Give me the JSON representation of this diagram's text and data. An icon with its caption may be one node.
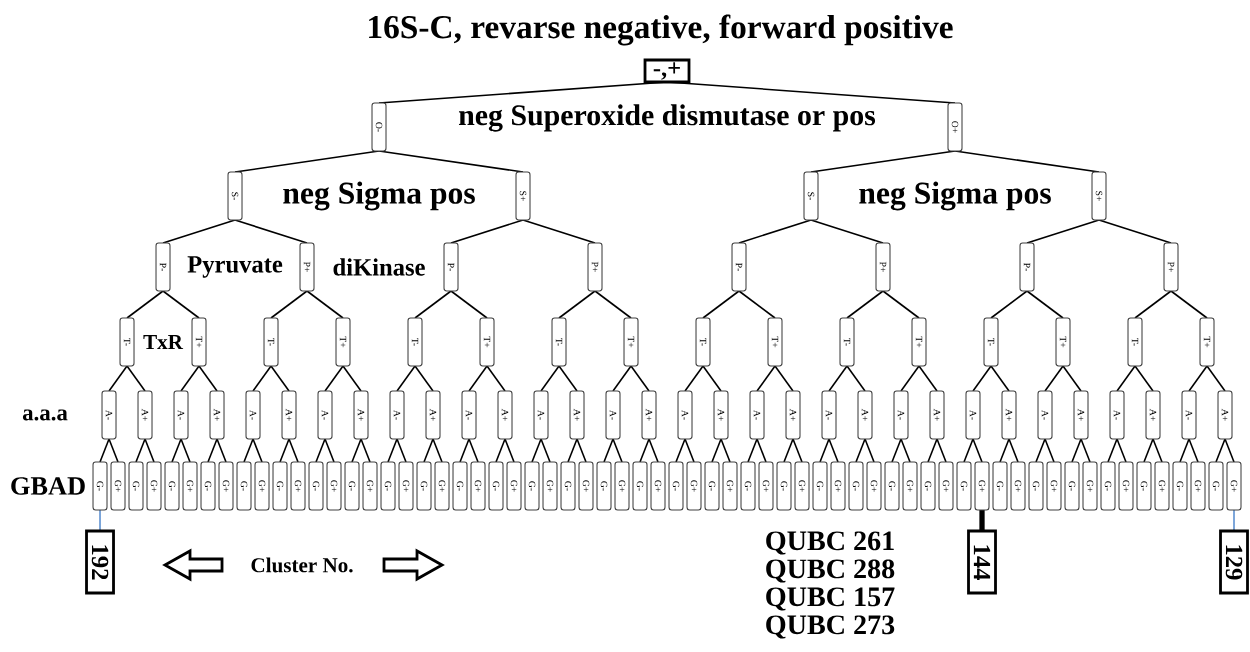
{
  "diagram": {
    "title": "16S-C, revarse negative, forward positive",
    "nodes": [
      {
        "text": [
          "-,+"
        ]
      },
      {
        "text": [
          "O-"
        ]
      },
      {
        "text": [
          "O+"
        ]
      },
      {
        "text": [
          "S-"
        ]
      },
      {
        "text": [
          "S+"
        ]
      },
      {
        "text": [
          "S-"
        ]
      },
      {
        "text": [
          "S+"
        ]
      },
      {
        "text": [
          "P-"
        ]
      },
      {
        "text": [
          "P+"
        ]
      },
      {
        "text": [
          "P-"
        ]
      },
      {
        "text": [
          "P+"
        ]
      },
      {
        "text": [
          "P-"
        ]
      },
      {
        "text": [
          "P+"
        ]
      },
      {
        "text": [
          "P-"
        ]
      },
      {
        "text": [
          "P+"
        ]
      },
      {
        "text": [
          "T-"
        ]
      },
      {
        "text": [
          "T+"
        ]
      },
      {
        "text": [
          "T-"
        ]
      },
      {
        "text": [
          "T+"
        ]
      },
      {
        "text": [
          "T-"
        ]
      },
      {
        "text": [
          "T+"
        ]
      },
      {
        "text": [
          "T-"
        ]
      },
      {
        "text": [
          "T+"
        ]
      },
      {
        "text": [
          "T-"
        ]
      },
      {
        "text": [
          "T+"
        ]
      },
      {
        "text": [
          "T-"
        ]
      },
      {
        "text": [
          "T+"
        ]
      },
      {
        "text": [
          "T-"
        ]
      },
      {
        "text": [
          "T+"
        ]
      },
      {
        "text": [
          "T-"
        ]
      },
      {
        "text": [
          "T+"
        ]
      },
      {
        "text": [
          "A-"
        ]
      },
      {
        "text": [
          "A+"
        ]
      },
      {
        "text": [
          "A-"
        ]
      },
      {
        "text": [
          "A+"
        ]
      },
      {
        "text": [
          "A-"
        ]
      },
      {
        "text": [
          "A+"
        ]
      },
      {
        "text": [
          "A-"
        ]
      },
      {
        "text": [
          "A+"
        ]
      },
      {
        "text": [
          "A-"
        ]
      },
      {
        "text": [
          "A+"
        ]
      },
      {
        "text": [
          "A-"
        ]
      },
      {
        "text": [
          "A+"
        ]
      },
      {
        "text": [
          "A-"
        ]
      },
      {
        "text": [
          "A+"
        ]
      },
      {
        "text": [
          "A-"
        ]
      },
      {
        "text": [
          "A+"
        ]
      },
      {
        "text": [
          "A-"
        ]
      },
      {
        "text": [
          "A+"
        ]
      },
      {
        "text": [
          "A-"
        ]
      },
      {
        "text": [
          "A+"
        ]
      },
      {
        "text": [
          "A-"
        ]
      },
      {
        "text": [
          "A+"
        ]
      },
      {
        "text": [
          "A-"
        ]
      },
      {
        "text": [
          "A+"
        ]
      },
      {
        "text": [
          "A-"
        ]
      },
      {
        "text": [
          "A+"
        ]
      },
      {
        "text": [
          "A-"
        ]
      },
      {
        "text": [
          "A+"
        ]
      },
      {
        "text": [
          "A-"
        ]
      },
      {
        "text": [
          "A+"
        ]
      },
      {
        "text": [
          "A-"
        ]
      },
      {
        "text": [
          "A+"
        ]
      },
      {
        "text": [
          "G-"
        ]
      },
      {
        "text": [
          "G+"
        ]
      },
      {
        "text": [
          "G-"
        ]
      },
      {
        "text": [
          "G+"
        ]
      },
      {
        "text": [
          "G-"
        ]
      },
      {
        "text": [
          "G+"
        ]
      },
      {
        "text": [
          "G-"
        ]
      },
      {
        "text": [
          "G+"
        ]
      },
      {
        "text": [
          "G-"
        ]
      },
      {
        "text": [
          "G+"
        ]
      },
      {
        "text": [
          "G-"
        ]
      },
      {
        "text": [
          "G+"
        ]
      },
      {
        "text": [
          "G-"
        ]
      },
      {
        "text": [
          "G+"
        ]
      },
      {
        "text": [
          "G-"
        ]
      },
      {
        "text": [
          "G+"
        ]
      },
      {
        "text": [
          "G-"
        ]
      },
      {
        "text": [
          "G+"
        ]
      },
      {
        "text": [
          "G-"
        ]
      },
      {
        "text": [
          "G+"
        ]
      },
      {
        "text": [
          "G-"
        ]
      },
      {
        "text": [
          "G+"
        ]
      },
      {
        "text": [
          "G-"
        ]
      },
      {
        "text": [
          "G+"
        ]
      },
      {
        "text": [
          "G-"
        ]
      },
      {
        "text": [
          "G+"
        ]
      },
      {
        "text": [
          "G-"
        ]
      },
      {
        "text": [
          "G+"
        ]
      },
      {
        "text": [
          "G-"
        ]
      },
      {
        "text": [
          "G+"
        ]
      },
      {
        "text": [
          "G-"
        ]
      },
      {
        "text": [
          "G+"
        ]
      },
      {
        "text": [
          "G-"
        ]
      },
      {
        "text": [
          "G+"
        ]
      },
      {
        "text": [
          "G-"
        ]
      },
      {
        "text": [
          "G+"
        ]
      },
      {
        "text": [
          "G-"
        ]
      },
      {
        "text": [
          "G+"
        ]
      },
      {
        "text": [
          "G-"
        ]
      },
      {
        "text": [
          "G+"
        ]
      },
      {
        "text": [
          "G-"
        ]
      },
      {
        "text": [
          "G+"
        ]
      },
      {
        "text": [
          "G-"
        ]
      },
      {
        "text": [
          "G+"
        ]
      },
      {
        "text": [
          "G-"
        ]
      },
      {
        "text": [
          "G+"
        ]
      },
      {
        "text": [
          "G-"
        ]
      },
      {
        "text": [
          "G+"
        ]
      },
      {
        "text": [
          "G-"
        ]
      },
      {
        "text": [
          "G+"
        ]
      },
      {
        "text": [
          "G-"
        ]
      },
      {
        "text": [
          "G+"
        ]
      },
      {
        "text": [
          "G-"
        ]
      },
      {
        "text": [
          "G+"
        ]
      },
      {
        "text": [
          "G-"
        ]
      },
      {
        "text": [
          "G+"
        ]
      },
      {
        "text": [
          "G-"
        ]
      },
      {
        "text": [
          "G+"
        ]
      },
      {
        "text": [
          "G-"
        ]
      },
      {
        "text": [
          "G+"
        ]
      },
      {
        "text": [
          "G-"
        ]
      },
      {
        "text": [
          "G+"
        ]
      },
      {
        "text": [
          "G-"
        ]
      },
      {
        "text": [
          "G+"
        ]
      },
      {
        "text": [
          "192"
        ]
      },
      {
        "text": [
          "144"
        ]
      },
      {
        "text": [
          "129"
        ]
      }
    ],
    "edges": [
      {
        "from": 0,
        "to": 1,
        "arrow": "none"
      },
      {
        "from": 0,
        "to": 2,
        "arrow": "none"
      },
      {
        "from": 1,
        "to": 3,
        "arrow": "none"
      },
      {
        "from": 1,
        "to": 4,
        "arrow": "none"
      },
      {
        "from": 2,
        "to": 5,
        "arrow": "none"
      },
      {
        "from": 2,
        "to": 6,
        "arrow": "none"
      },
      {
        "from": 3,
        "to": 7,
        "arrow": "none"
      },
      {
        "from": 3,
        "to": 8,
        "arrow": "none"
      },
      {
        "from": 4,
        "to": 9,
        "arrow": "none"
      },
      {
        "from": 4,
        "to": 10,
        "arrow": "none"
      },
      {
        "from": 5,
        "to": 11,
        "arrow": "none"
      },
      {
        "from": 5,
        "to": 12,
        "arrow": "none"
      },
      {
        "from": 6,
        "to": 13,
        "arrow": "none"
      },
      {
        "from": 6,
        "to": 14,
        "arrow": "none"
      },
      {
        "from": 7,
        "to": 15,
        "arrow": "none"
      },
      {
        "from": 7,
        "to": 16,
        "arrow": "none"
      },
      {
        "from": 8,
        "to": 17,
        "arrow": "none"
      },
      {
        "from": 8,
        "to": 18,
        "arrow": "none"
      },
      {
        "from": 9,
        "to": 19,
        "arrow": "none"
      },
      {
        "from": 9,
        "to": 20,
        "arrow": "none"
      },
      {
        "from": 10,
        "to": 21,
        "arrow": "none"
      },
      {
        "from": 10,
        "to": 22,
        "arrow": "none"
      },
      {
        "from": 11,
        "to": 23,
        "arrow": "none"
      },
      {
        "from": 11,
        "to": 24,
        "arrow": "none"
      },
      {
        "from": 12,
        "to": 25,
        "arrow": "none"
      },
      {
        "from": 12,
        "to": 26,
        "arrow": "none"
      },
      {
        "from": 13,
        "to": 27,
        "arrow": "none"
      },
      {
        "from": 13,
        "to": 28,
        "arrow": "none"
      },
      {
        "from": 14,
        "to": 29,
        "arrow": "none"
      },
      {
        "from": 14,
        "to": 30,
        "arrow": "none"
      },
      {
        "from": 15,
        "to": 31,
        "arrow": "none"
      },
      {
        "from": 15,
        "to": 32,
        "arrow": "none"
      },
      {
        "from": 16,
        "to": 33,
        "arrow": "none"
      },
      {
        "from": 16,
        "to": 34,
        "arrow": "none"
      },
      {
        "from": 17,
        "to": 35,
        "arrow": "none"
      },
      {
        "from": 17,
        "to": 36,
        "arrow": "none"
      },
      {
        "from": 18,
        "to": 37,
        "arrow": "none"
      },
      {
        "from": 18,
        "to": 38,
        "arrow": "none"
      },
      {
        "from": 19,
        "to": 39,
        "arrow": "none"
      },
      {
        "from": 19,
        "to": 40,
        "arrow": "none"
      },
      {
        "from": 20,
        "to": 41,
        "arrow": "none"
      },
      {
        "from": 20,
        "to": 42,
        "arrow": "none"
      },
      {
        "from": 21,
        "to": 43,
        "arrow": "none"
      },
      {
        "from": 21,
        "to": 44,
        "arrow": "none"
      },
      {
        "from": 22,
        "to": 45,
        "arrow": "none"
      },
      {
        "from": 22,
        "to": 46,
        "arrow": "none"
      },
      {
        "from": 23,
        "to": 47,
        "arrow": "none"
      },
      {
        "from": 23,
        "to": 48,
        "arrow": "none"
      },
      {
        "from": 24,
        "to": 49,
        "arrow": "none"
      },
      {
        "from": 24,
        "to": 50,
        "arrow": "none"
      },
      {
        "from": 25,
        "to": 51,
        "arrow": "none"
      },
      {
        "from": 25,
        "to": 52,
        "arrow": "none"
      },
      {
        "from": 26,
        "to": 53,
        "arrow": "none"
      },
      {
        "from": 26,
        "to": 54,
        "arrow": "none"
      },
      {
        "from": 27,
        "to": 55,
        "arrow": "none"
      },
      {
        "from": 27,
        "to": 56,
        "arrow": "none"
      },
      {
        "from": 28,
        "to": 57,
        "arrow": "none"
      },
      {
        "from": 28,
        "to": 58,
        "arrow": "none"
      },
      {
        "from": 29,
        "to": 59,
        "arrow": "none"
      },
      {
        "from": 29,
        "to": 60,
        "arrow": "none"
      },
      {
        "from": 30,
        "to": 61,
        "arrow": "none"
      },
      {
        "from": 30,
        "to": 62,
        "arrow": "none"
      },
      {
        "from": 31,
        "to": 63,
        "arrow": "none"
      },
      {
        "from": 31,
        "to": 64,
        "arrow": "none"
      },
      {
        "from": 32,
        "to": 65,
        "arrow": "none"
      },
      {
        "from": 32,
        "to": 66,
        "arrow": "none"
      },
      {
        "from": 33,
        "to": 67,
        "arrow": "none"
      },
      {
        "from": 33,
        "to": 68,
        "arrow": "none"
      },
      {
        "from": 34,
        "to": 69,
        "arrow": "none"
      },
      {
        "from": 34,
        "to": 70,
        "arrow": "none"
      },
      {
        "from": 35,
        "to": 71,
        "arrow": "none"
      },
      {
        "from": 35,
        "to": 72,
        "arrow": "none"
      },
      {
        "from": 36,
        "to": 73,
        "arrow": "none"
      },
      {
        "from": 36,
        "to": 74,
        "arrow": "none"
      },
      {
        "from": 37,
        "to": 75,
        "arrow": "none"
      },
      {
        "from": 37,
        "to": 76,
        "arrow": "none"
      },
      {
        "from": 38,
        "to": 77,
        "arrow": "none"
      },
      {
        "from": 38,
        "to": 78,
        "arrow": "none"
      },
      {
        "from": 39,
        "to": 79,
        "arrow": "none"
      },
      {
        "from": 39,
        "to": 80,
        "arrow": "none"
      },
      {
        "from": 40,
        "to": 81,
        "arrow": "none"
      },
      {
        "from": 40,
        "to": 82,
        "arrow": "none"
      },
      {
        "from": 41,
        "to": 83,
        "arrow": "none"
      },
      {
        "from": 41,
        "to": 84,
        "arrow": "none"
      },
      {
        "from": 42,
        "to": 85,
        "arrow": "none"
      },
      {
        "from": 42,
        "to": 86,
        "arrow": "none"
      },
      {
        "from": 43,
        "to": 87,
        "arrow": "none"
      },
      {
        "from": 43,
        "to": 88,
        "arrow": "none"
      },
      {
        "from": 44,
        "to": 89,
        "arrow": "none"
      },
      {
        "from": 44,
        "to": 90,
        "arrow": "none"
      },
      {
        "from": 45,
        "to": 91,
        "arrow": "none"
      },
      {
        "from": 45,
        "to": 92,
        "arrow": "none"
      },
      {
        "from": 46,
        "to": 93,
        "arrow": "none"
      },
      {
        "from": 46,
        "to": 94,
        "arrow": "none"
      },
      {
        "from": 47,
        "to": 95,
        "arrow": "none"
      },
      {
        "from": 47,
        "to": 96,
        "arrow": "none"
      },
      {
        "from": 48,
        "to": 97,
        "arrow": "none"
      },
      {
        "from": 48,
        "to": 98,
        "arrow": "none"
      },
      {
        "from": 49,
        "to": 99,
        "arrow": "none"
      },
      {
        "from": 49,
        "to": 100,
        "arrow": "none"
      },
      {
        "from": 50,
        "to": 101,
        "arrow": "none"
      },
      {
        "from": 50,
        "to": 102,
        "arrow": "none"
      },
      {
        "from": 51,
        "to": 103,
        "arrow": "none"
      },
      {
        "from": 51,
        "to": 104,
        "arrow": "none"
      },
      {
        "from": 52,
        "to": 105,
        "arrow": "none"
      },
      {
        "from": 52,
        "to": 106,
        "arrow": "none"
      },
      {
        "from": 53,
        "to": 107,
        "arrow": "none"
      },
      {
        "from": 53,
        "to": 108,
        "arrow": "none"
      },
      {
        "from": 54,
        "to": 109,
        "arrow": "none"
      },
      {
        "from": 54,
        "to": 110,
        "arrow": "none"
      },
      {
        "from": 55,
        "to": 111,
        "arrow": "none"
      },
      {
        "from": 55,
        "to": 112,
        "arrow": "none"
      },
      {
        "from": 56,
        "to": 113,
        "arrow": "none"
      },
      {
        "from": 56,
        "to": 114,
        "arrow": "none"
      },
      {
        "from": 57,
        "to": 115,
        "arrow": "none"
      },
      {
        "from": 57,
        "to": 116,
        "arrow": "none"
      },
      {
        "from": 58,
        "to": 117,
        "arrow": "none"
      },
      {
        "from": 58,
        "to": 118,
        "arrow": "none"
      },
      {
        "from": 59,
        "to": 119,
        "arrow": "none"
      },
      {
        "from": 59,
        "to": 120,
        "arrow": "none"
      },
      {
        "from": 60,
        "to": 121,
        "arrow": "none"
      },
      {
        "from": 60,
        "to": 122,
        "arrow": "none"
      },
      {
        "from": 61,
        "to": 123,
        "arrow": "none"
      },
      {
        "from": 61,
        "to": 124,
        "arrow": "none"
      },
      {
        "from": 62,
        "to": 125,
        "arrow": "none"
      },
      {
        "from": 62,
        "to": 126,
        "arrow": "none"
      },
      {
        "from": 63,
        "to": 127,
        "arrow": "none",
        "color": "#5b8fd0"
      },
      {
        "from": 112,
        "to": 128,
        "arrow": "none",
        "style": "thick"
      },
      {
        "from": 126,
        "to": 129,
        "arrow": "none",
        "color": "#5b8fd0"
      }
    ],
    "labels": [
      "neg Superoxide dismutase or pos",
      "neg Sigma pos",
      "neg Sigma pos",
      "Pyruvate",
      "diKinase",
      "TxR",
      "a.a.a",
      "GBAD",
      "Cluster No.",
      "QUBC 261",
      "QUBC 288",
      "QUBC 157",
      "QUBC 273"
    ]
  }
}
